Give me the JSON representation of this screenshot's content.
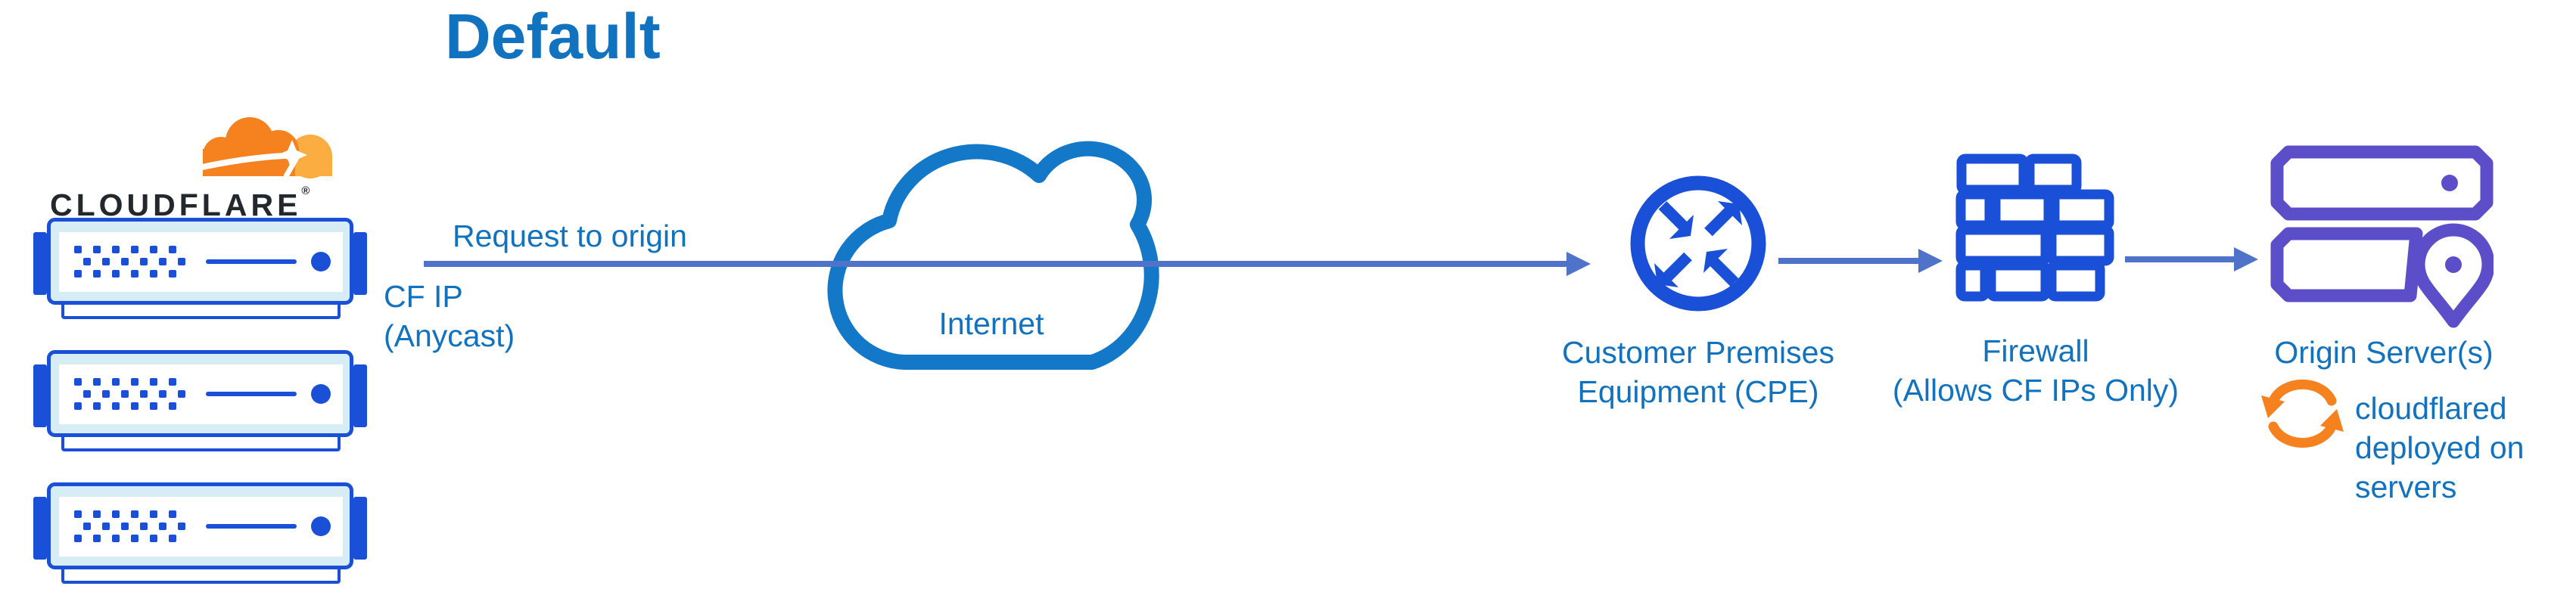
{
  "title": "Default",
  "colors": {
    "label_blue": "#1173BF",
    "icon_blue": "#1A4FD8",
    "line_blue": "#4F73C8",
    "cloud_stroke": "#1478C8",
    "server_fill": "#D6EDF5",
    "purple": "#5C4EC9",
    "orange": "#F6821F",
    "orange_light": "#FBAD41",
    "wordmark_black": "#23282D"
  },
  "cloudflare_logo": {
    "wordmark": "CLOUDFLARE",
    "registered_mark": "®",
    "cloud_icon": "cloudflare-cloud-icon",
    "server_icon": "server-rack-icon",
    "server_count": 3
  },
  "flow": {
    "request_label": "Request to origin",
    "cf_ip_lines": [
      "CF IP",
      "(Anycast)"
    ],
    "internet_label": "Internet"
  },
  "nodes": {
    "internet": {
      "icon": "cloud-icon"
    },
    "cpe": {
      "icon": "router-arrows-icon",
      "label_lines": [
        "Customer Premises",
        "Equipment (CPE)"
      ]
    },
    "firewall": {
      "icon": "brick-wall-icon",
      "label_lines": [
        "Firewall",
        "(Allows CF IPs Only)"
      ]
    },
    "origin": {
      "icon": "origin-servers-location-icon",
      "label": "Origin Server(s)",
      "note_icon": "sync-refresh-icon",
      "note_lines": [
        "cloudflared",
        "deployed on",
        "servers"
      ]
    }
  }
}
